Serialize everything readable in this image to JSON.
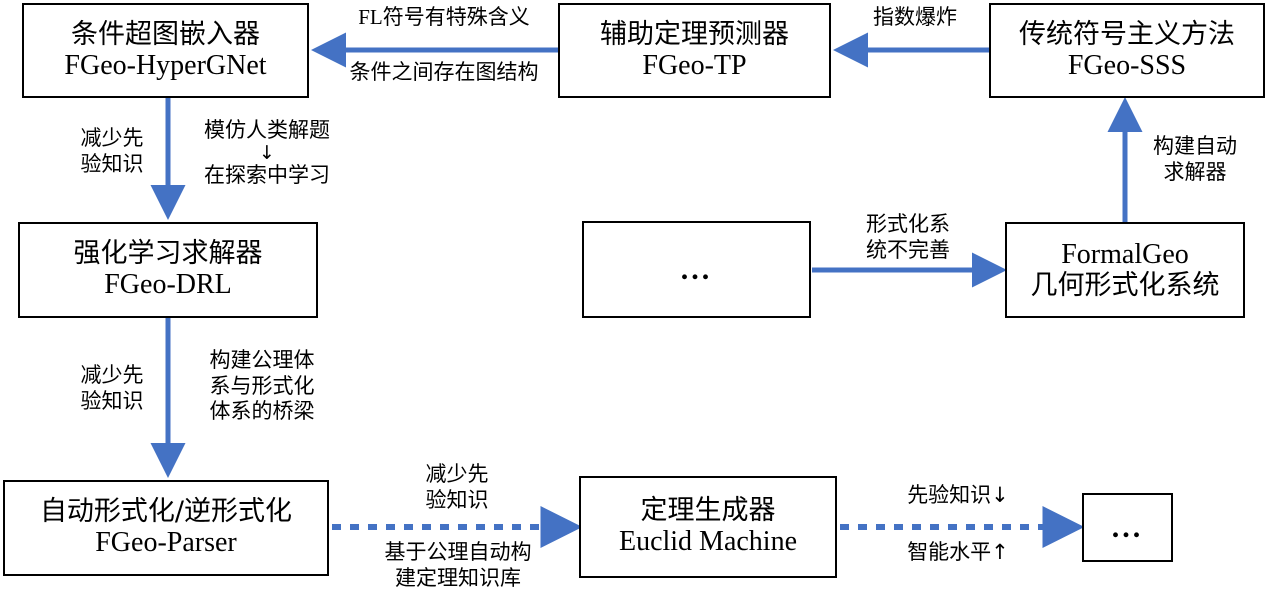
{
  "diagram": {
    "title": "FormalGeo research roadmap flowchart",
    "accent_color": "#4472C4",
    "box_border_color": "#000000",
    "background": "#ffffff",
    "nodes": [
      {
        "id": "hypergnet",
        "cn": "条件超图嵌入器",
        "en": "FGeo-HyperGNet"
      },
      {
        "id": "tp",
        "cn": "辅助定理预测器",
        "en": "FGeo-TP"
      },
      {
        "id": "sss",
        "cn": "传统符号主义方法",
        "en": "FGeo-SSS"
      },
      {
        "id": "drl",
        "cn": "强化学习求解器",
        "en": "FGeo-DRL"
      },
      {
        "id": "ellipsis1",
        "cn": "",
        "en": "",
        "dots": "..."
      },
      {
        "id": "formalgeo",
        "cn": "几何形式化系统",
        "en": "FormalGeo"
      },
      {
        "id": "parser",
        "cn": "自动形式化/逆形式化",
        "en": "FGeo-Parser"
      },
      {
        "id": "euclid",
        "cn": "定理生成器",
        "en": "Euclid Machine"
      },
      {
        "id": "ellipsis2",
        "cn": "",
        "en": "",
        "dots": "..."
      }
    ],
    "edges": [
      {
        "id": "tp-to-hypergnet",
        "from": "tp",
        "to": "hypergnet",
        "style": "solid",
        "label_above": "FL符号有特殊含义",
        "label_below": "条件之间存在图结构"
      },
      {
        "id": "sss-to-tp",
        "from": "sss",
        "to": "tp",
        "style": "solid",
        "label_above": "指数爆炸",
        "label_below": ""
      },
      {
        "id": "hypergnet-to-drl",
        "from": "hypergnet",
        "to": "drl",
        "style": "solid",
        "label_left_1": "减少先",
        "label_left_2": "验知识",
        "label_right_1": "模仿人类解题",
        "label_right_arrow": "↓",
        "label_right_2": "在探索中学习"
      },
      {
        "id": "drl-to-parser",
        "from": "drl",
        "to": "parser",
        "style": "solid",
        "label_left_1": "减少先",
        "label_left_2": "验知识",
        "label_right_1": "构建公理体",
        "label_right_2": "系与形式化",
        "label_right_3": "体系的桥梁"
      },
      {
        "id": "ellipsis-to-formalgeo",
        "from": "ellipsis1",
        "to": "formalgeo",
        "style": "solid",
        "label_above_1": "形式化系",
        "label_above_2": "统不完善"
      },
      {
        "id": "formalgeo-to-sss",
        "from": "formalgeo",
        "to": "sss",
        "style": "solid",
        "label_right_1": "构建自动",
        "label_right_2": "求解器"
      },
      {
        "id": "parser-to-euclid",
        "from": "parser",
        "to": "euclid",
        "style": "dashed",
        "label_above_1": "减少先",
        "label_above_2": "验知识",
        "label_below_1": "基于公理自动构",
        "label_below_2": "建定理知识库"
      },
      {
        "id": "euclid-to-ellipsis",
        "from": "euclid",
        "to": "ellipsis2",
        "style": "dashed",
        "label_above": "先验知识↓",
        "label_below": "智能水平↑"
      }
    ]
  }
}
